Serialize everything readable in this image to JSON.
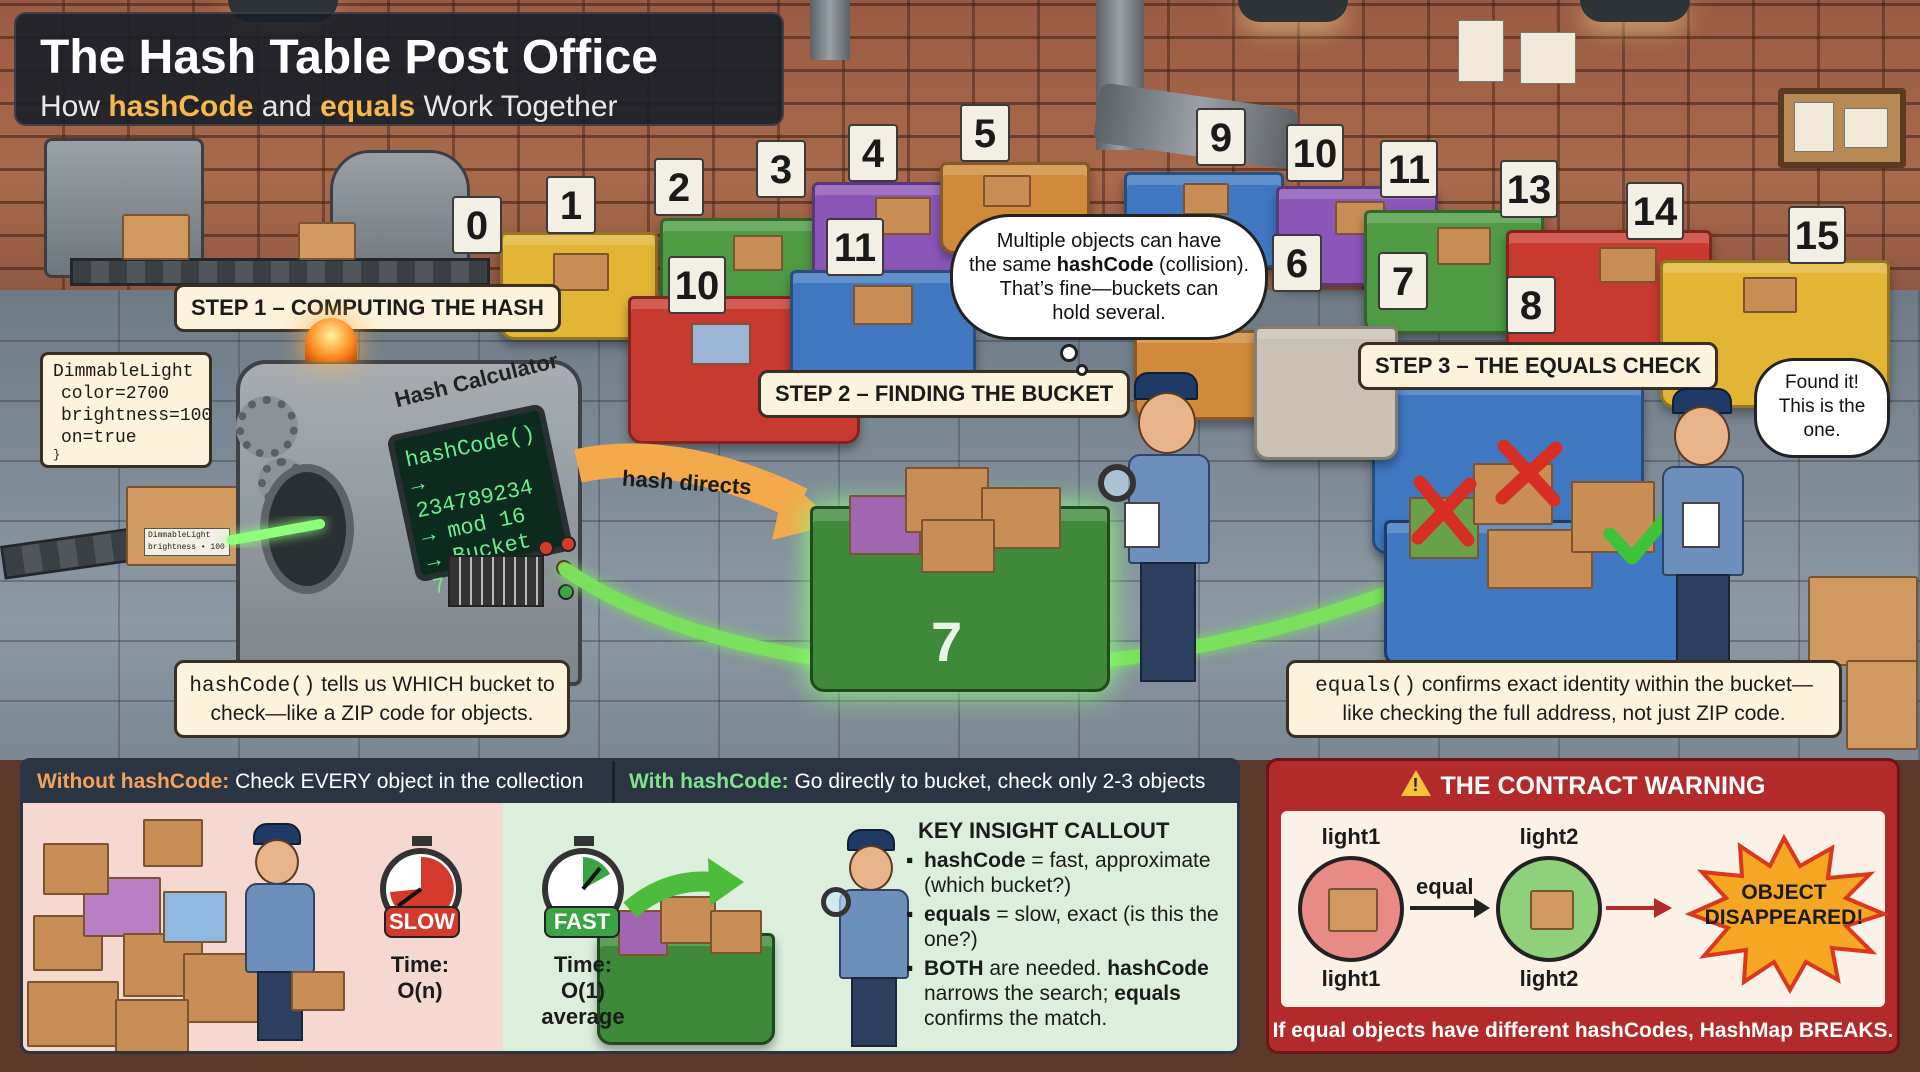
{
  "title": {
    "main": "The Hash Table Post Office",
    "sub_prefix": "How ",
    "sub_hash": "hashCode",
    "sub_and": " and ",
    "sub_equals": "equals",
    "sub_suffix": " Work Together"
  },
  "bin_numbers": [
    "0",
    "1",
    "2",
    "3",
    "4",
    "5",
    "9",
    "10",
    "11",
    "13",
    "14",
    "15",
    "10",
    "11",
    "6",
    "7",
    "8",
    "7"
  ],
  "steps": {
    "step1": "STEP 1 – COMPUTING THE HASH",
    "step2": "STEP 2 – FINDING THE BUCKET",
    "step3": "STEP 3 – THE EQUALS CHECK"
  },
  "object_card": {
    "line1": "DimmableLight",
    "line2": "color=2700",
    "line3": "brightness=100",
    "line4": "on=true",
    "line5": "}"
  },
  "parcel_label": {
    "line1": "DimmableLight",
    "line2": "brightness • 100"
  },
  "machine": {
    "label": "Hash Calculator",
    "screen_line1": "hashCode()",
    "screen_line2": "→ 234789234",
    "screen_line3": "→ mod 16",
    "screen_line4": "→ Bucket 7"
  },
  "arrow_hash_directs": "hash directs",
  "bubble_collision": {
    "line1_a": "Multiple objects can have",
    "line2_a": "the same ",
    "line2_b": "hashCode",
    "line2_c": " (collision).",
    "line3": "That’s fine—buckets can",
    "line4": "hold several."
  },
  "bubble_found": {
    "line1": "Found it!",
    "line2": "This is the",
    "line3": "one."
  },
  "note_hashcode": {
    "code": "hashCode()",
    "line1_rest": " tells us WHICH bucket to",
    "line2": "check—like a ZIP code for objects."
  },
  "note_equals": {
    "code": "equals()",
    "line1_rest": " confirms exact identity within the bucket—",
    "line2": "like checking the full address, not just ZIP code."
  },
  "comparison": {
    "without_key": "Without hashCode:",
    "without_text": " Check EVERY object in the collection",
    "with_key": "With hashCode:",
    "with_text": " Go directly to bucket, check only 2-3 objects",
    "slow_badge": "SLOW",
    "slow_time_label": "Time:",
    "slow_time_value": "O(n)",
    "fast_badge": "FAST",
    "fast_time_label": "Time:",
    "fast_time_value": "O(1) average",
    "slow_color": "#d33a2c",
    "fast_color": "#3aa445"
  },
  "insight": {
    "title": "KEY INSIGHT CALLOUT",
    "item1_key": "hashCode",
    "item1_rest": " = fast, approximate (which bucket?)",
    "item2_key": "equals",
    "item2_rest": " = slow, exact (is this the one?)",
    "item3_key": "BOTH",
    "item3_mid": " are needed. ",
    "item3_key2": "hashCode",
    "item3_mid2": " narrows the search; ",
    "item3_key3": "equals",
    "item3_rest": " confirms the match."
  },
  "contract": {
    "warning_icon": "warning-triangle-icon",
    "title": "THE CONTRACT WARNING",
    "obj1_top": "light1",
    "obj1_bottom": "light1",
    "relation": "equal",
    "obj2_top": "light2",
    "obj2_bottom": "light2",
    "result_line1": "OBJECT",
    "result_line2": "DISAPPEARED!",
    "footer": "If equal objects have different hashCodes, HashMap BREAKS.",
    "color": "#b32a2a"
  }
}
